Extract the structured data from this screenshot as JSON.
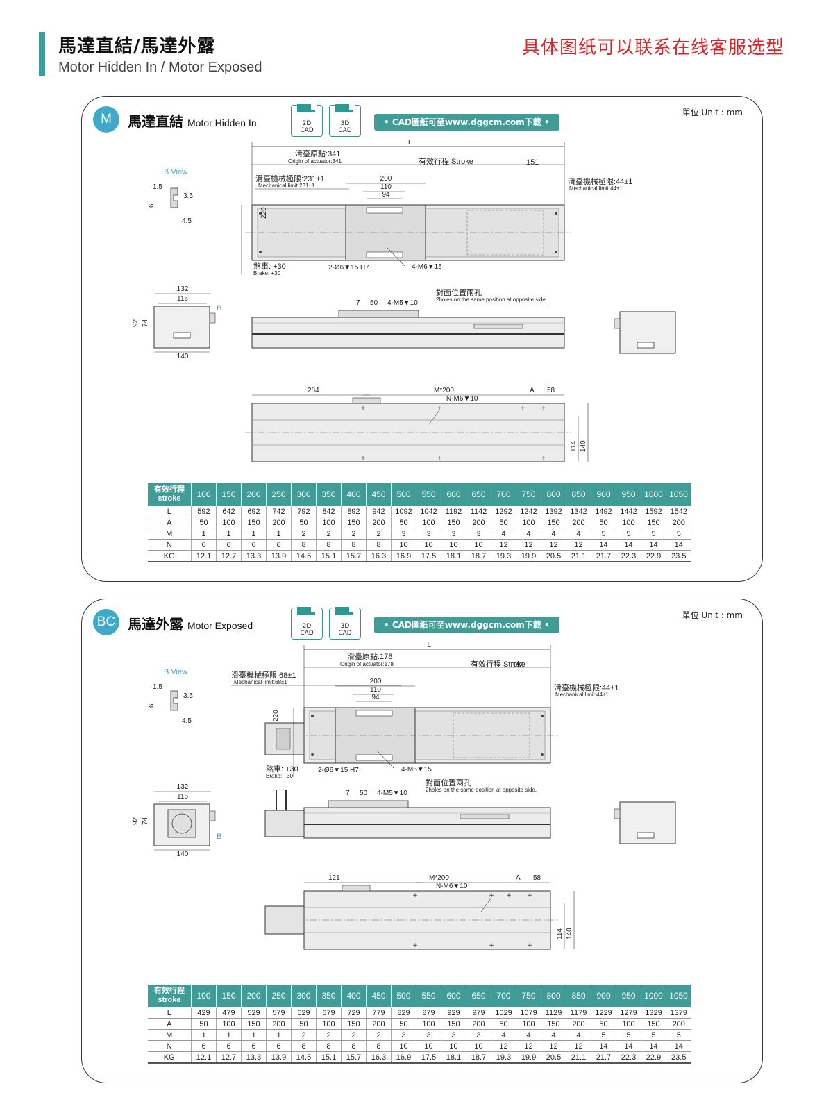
{
  "header": {
    "title_zh": "馬達直結/馬達外露",
    "title_en": "Motor Hidden In / Motor Exposed",
    "contact": "具体图纸可以联系在线客服选型"
  },
  "colors": {
    "accent": "#3f9c97",
    "badge": "#3fa9c9",
    "contact": "#d8262a"
  },
  "cad": {
    "icon_2d": "2D\nCAD",
    "icon_3d": "3D\nCAD",
    "link": "• CAD圖紙可至www.dggcm.com下載 •"
  },
  "sections": [
    {
      "badge": "M",
      "title_zh": "馬達直結",
      "title_en": "Motor Hidden In",
      "unit": "單位 Unit : mm",
      "labels": {
        "L": "L",
        "origin_zh": "滑臺原點:341",
        "origin_en": "Origin of actuator:341",
        "stroke": "有效行程  Stroke",
        "d151": "151",
        "mech_left_zh": "滑臺機械極限:231±1",
        "mech_left_en": "Mechanical limit:231±1",
        "mech_right_zh": "滑臺機械極限:44±1",
        "mech_right_en": "Mechanical limit:44±1",
        "d200": "200",
        "d110": "110",
        "d94": "94",
        "d220": "220",
        "brake_zh": "煞車: +30",
        "brake_en": "Brake: +30",
        "pin": "2-Ø6▼15 H7",
        "tap4": "4-M6▼15",
        "bview": "B View",
        "b15": "1.5",
        "b35": "3.5",
        "b6": "6",
        "b45": "4.5",
        "d132": "132",
        "d116": "116",
        "B": "B",
        "d92": "92",
        "d74": "74",
        "d140": "140",
        "d7": "7",
        "d50": "50",
        "tap5": "4-M5▼10",
        "opp_zh": "對面位置兩孔",
        "opp_en": "2holes on the same position at opposite side.",
        "d284": "284",
        "m200": "M*200",
        "A": "A",
        "d58": "58",
        "ntap": "N-M6▼10",
        "d114": "114",
        "d140b": "140"
      },
      "table": {
        "header_label": "有效行程\nstroke",
        "strokes": [
          "100",
          "150",
          "200",
          "250",
          "300",
          "350",
          "400",
          "450",
          "500",
          "550",
          "600",
          "650",
          "700",
          "750",
          "800",
          "850",
          "900",
          "950",
          "1000",
          "1050"
        ],
        "rows": [
          {
            "label": "L",
            "values": [
              "592",
              "642",
              "692",
              "742",
              "792",
              "842",
              "892",
              "942",
              "1092",
              "1042",
              "1192",
              "1142",
              "1292",
              "1242",
              "1392",
              "1342",
              "1492",
              "1442",
              "1592",
              "1542"
            ]
          },
          {
            "label": "A",
            "values": [
              "50",
              "100",
              "150",
              "200",
              "50",
              "100",
              "150",
              "200",
              "50",
              "100",
              "150",
              "200",
              "50",
              "100",
              "150",
              "200",
              "50",
              "100",
              "150",
              "200"
            ]
          },
          {
            "label": "M",
            "values": [
              "1",
              "1",
              "1",
              "1",
              "2",
              "2",
              "2",
              "2",
              "3",
              "3",
              "3",
              "3",
              "4",
              "4",
              "4",
              "4",
              "5",
              "5",
              "5",
              "5"
            ]
          },
          {
            "label": "N",
            "values": [
              "6",
              "6",
              "6",
              "6",
              "8",
              "8",
              "8",
              "8",
              "10",
              "10",
              "10",
              "10",
              "12",
              "12",
              "12",
              "12",
              "14",
              "14",
              "14",
              "14"
            ]
          },
          {
            "label": "KG",
            "values": [
              "12.1",
              "12.7",
              "13.3",
              "13.9",
              "14.5",
              "15.1",
              "15.7",
              "16.3",
              "16.9",
              "17.5",
              "18.1",
              "18.7",
              "19.3",
              "19.9",
              "20.5",
              "21.1",
              "21.7",
              "22.3",
              "22.9",
              "23.5"
            ]
          }
        ]
      }
    },
    {
      "badge": "BC",
      "title_zh": "馬達外露",
      "title_en": "Motor Exposed",
      "unit": "單位 Unit : mm",
      "labels": {
        "L": "L",
        "origin_zh": "滑臺原點:178",
        "origin_en": "Origin of actuator:178",
        "stroke": "有效行程  Stroke",
        "d151": "151",
        "mech_left_zh": "滑臺機械極限:68±1",
        "mech_left_en": "Mechanical limit:68±1",
        "mech_right_zh": "滑臺機械極限:44±1",
        "mech_right_en": "Mechanical limit:44±1",
        "d200": "200",
        "d110": "110",
        "d94": "94",
        "d220": "220",
        "brake_zh": "煞車: +30",
        "brake_en": "Brake: +30",
        "pin": "2-Ø6▼15 H7",
        "tap4": "4-M6▼15",
        "bview": "B View",
        "b15": "1.5",
        "b35": "3.5",
        "b6": "6",
        "b45": "4.5",
        "d132": "132",
        "d116": "116",
        "B": "B",
        "d92": "92",
        "d74": "74",
        "d140": "140",
        "d7": "7",
        "d50": "50",
        "tap5": "4-M5▼10",
        "opp_zh": "對面位置兩孔",
        "opp_en": "2holes on the same position at opposite side.",
        "d284": "121",
        "m200": "M*200",
        "A": "A",
        "d58": "58",
        "ntap": "N-M6▼10",
        "d114": "114",
        "d140b": "140"
      },
      "table": {
        "header_label": "有效行程\nstroke",
        "strokes": [
          "100",
          "150",
          "200",
          "250",
          "300",
          "350",
          "400",
          "450",
          "500",
          "550",
          "600",
          "650",
          "700",
          "750",
          "800",
          "850",
          "900",
          "950",
          "1000",
          "1050"
        ],
        "rows": [
          {
            "label": "L",
            "values": [
              "429",
              "479",
              "529",
              "579",
              "629",
              "679",
              "729",
              "779",
              "829",
              "879",
              "929",
              "979",
              "1029",
              "1079",
              "1129",
              "1179",
              "1229",
              "1279",
              "1329",
              "1379"
            ]
          },
          {
            "label": "A",
            "values": [
              "50",
              "100",
              "150",
              "200",
              "50",
              "100",
              "150",
              "200",
              "50",
              "100",
              "150",
              "200",
              "50",
              "100",
              "150",
              "200",
              "50",
              "100",
              "150",
              "200"
            ]
          },
          {
            "label": "M",
            "values": [
              "1",
              "1",
              "1",
              "1",
              "2",
              "2",
              "2",
              "2",
              "3",
              "3",
              "3",
              "3",
              "4",
              "4",
              "4",
              "4",
              "5",
              "5",
              "5",
              "5"
            ]
          },
          {
            "label": "N",
            "values": [
              "6",
              "6",
              "6",
              "6",
              "8",
              "8",
              "8",
              "8",
              "10",
              "10",
              "10",
              "10",
              "12",
              "12",
              "12",
              "12",
              "14",
              "14",
              "14",
              "14"
            ]
          },
          {
            "label": "KG",
            "values": [
              "12.1",
              "12.7",
              "13.3",
              "13.9",
              "14.5",
              "15.1",
              "15.7",
              "16.3",
              "16.9",
              "17.5",
              "18.1",
              "18.7",
              "19.3",
              "19.9",
              "20.5",
              "21.1",
              "21.7",
              "22.3",
              "22.9",
              "23.5"
            ]
          }
        ]
      }
    }
  ]
}
